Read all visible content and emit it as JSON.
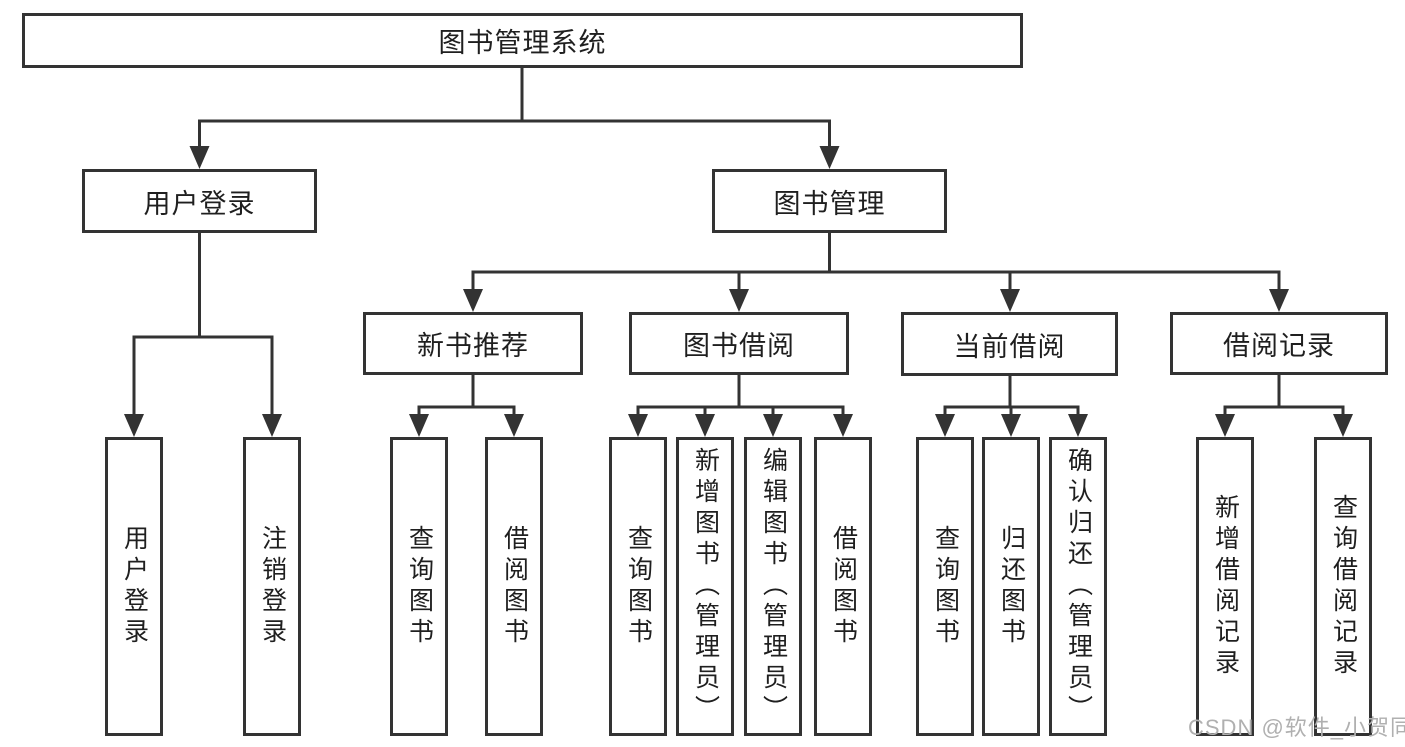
{
  "diagram": {
    "root": {
      "label": "图书管理系统"
    },
    "user_branch": {
      "label": "用户登录",
      "children": [
        {
          "label": "用户登录"
        },
        {
          "label": "注销登录"
        }
      ]
    },
    "book_branch": {
      "label": "图书管理",
      "groups": [
        {
          "label": "新书推荐",
          "children": [
            {
              "label": "查询图书"
            },
            {
              "label": "借阅图书"
            }
          ]
        },
        {
          "label": "图书借阅",
          "children": [
            {
              "label": "查询图书"
            },
            {
              "label": "新增图书（管理员）"
            },
            {
              "label": "编辑图书（管理员）"
            },
            {
              "label": "借阅图书"
            }
          ]
        },
        {
          "label": "当前借阅",
          "children": [
            {
              "label": "查询图书"
            },
            {
              "label": "归还图书"
            },
            {
              "label": "确认归还（管理员）"
            }
          ]
        },
        {
          "label": "借阅记录",
          "children": [
            {
              "label": "新增借阅记录"
            },
            {
              "label": "查询借阅记录"
            }
          ]
        }
      ]
    }
  },
  "watermark": {
    "text": "CSDN @软件_小贺同学"
  },
  "colors": {
    "line": "#333333",
    "node_border": "#333333",
    "node_text": "#1f1f1f",
    "watermark": "#b0b0b0",
    "background": "#ffffff"
  }
}
